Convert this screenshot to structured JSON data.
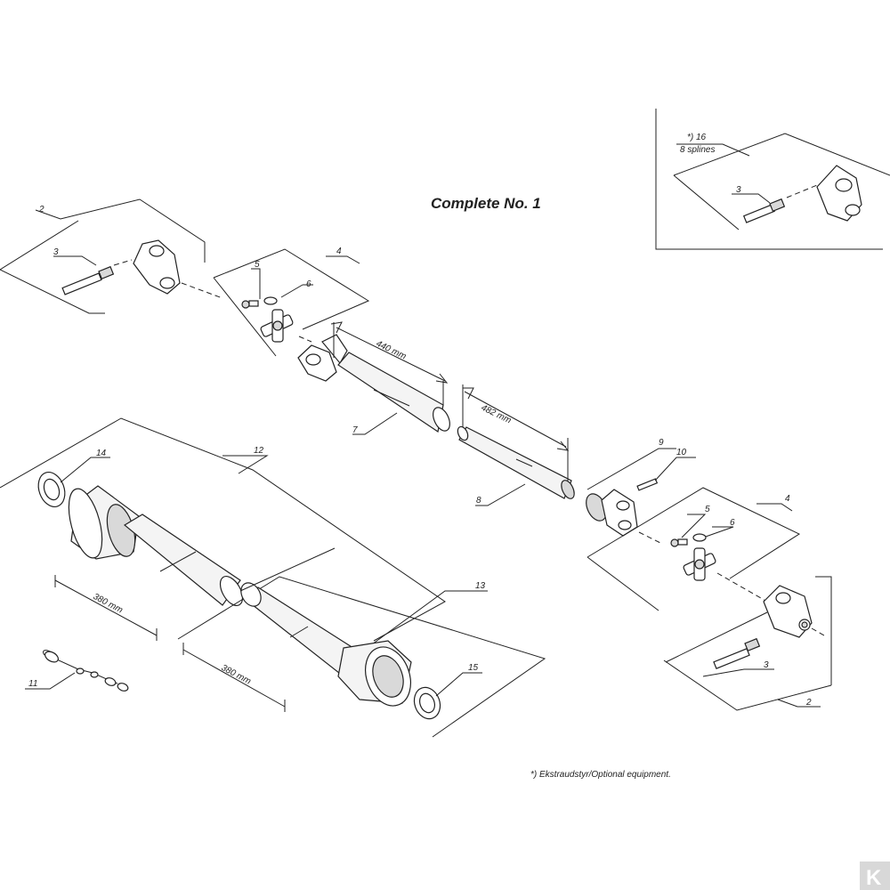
{
  "title": "Complete No. 1",
  "footnote": "*) Ekstraudstyr/Optional equipment.",
  "optional_box": {
    "callout_16": "*) 16",
    "callout_16_sub": "8 splines",
    "callout_3": "3"
  },
  "callouts": {
    "c2_top": "2",
    "c3_top": "3",
    "c4_top": "4",
    "c5_top": "5",
    "c6_top": "6",
    "c7": "7",
    "c8": "8",
    "c9": "9",
    "c10": "10",
    "c4_right": "4",
    "c5_right": "5",
    "c6_right": "6",
    "c3_bottom": "3",
    "c2_bottom": "2",
    "c11": "11",
    "c12": "12",
    "c13": "13",
    "c14": "14",
    "c15": "15"
  },
  "dimensions": {
    "d440": "440 mm",
    "d482": "482 mm",
    "d380_a": "380 mm",
    "d380_b": "380 mm"
  },
  "logo_glyph": "K"
}
